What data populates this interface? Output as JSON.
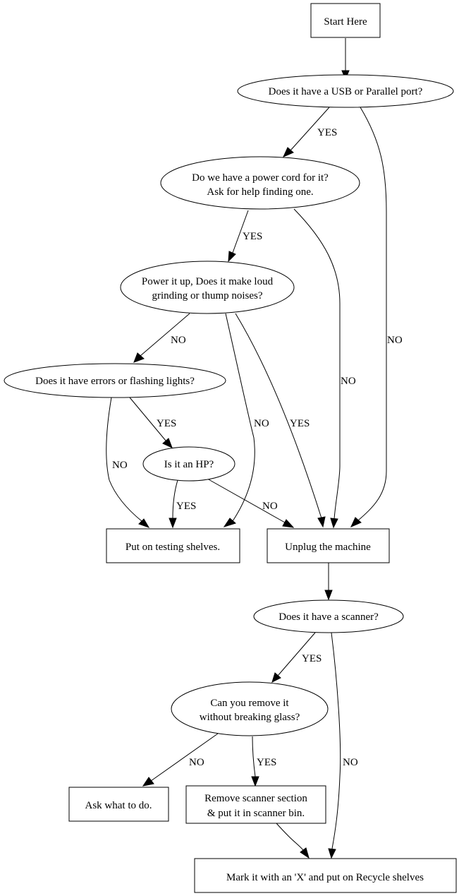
{
  "diagram": {
    "type": "flowchart",
    "nodes": {
      "start": {
        "shape": "box",
        "lines": [
          "Start Here"
        ]
      },
      "usb": {
        "shape": "ellipse",
        "lines": [
          "Does it have a USB or Parallel port?"
        ]
      },
      "cord": {
        "shape": "ellipse",
        "lines": [
          "Do we have a power cord for it?",
          "Ask for help finding one."
        ]
      },
      "power": {
        "shape": "ellipse",
        "lines": [
          "Power it up, Does it make loud",
          "grinding or thump noises?"
        ]
      },
      "errors": {
        "shape": "ellipse",
        "lines": [
          "Does it have errors or flashing lights?"
        ]
      },
      "hp": {
        "shape": "ellipse",
        "lines": [
          "Is it an HP?"
        ]
      },
      "testing": {
        "shape": "box",
        "lines": [
          "Put on testing shelves."
        ]
      },
      "unplug": {
        "shape": "box",
        "lines": [
          "Unplug the machine"
        ]
      },
      "scanner": {
        "shape": "ellipse",
        "lines": [
          "Does it have a scanner?"
        ]
      },
      "remove": {
        "shape": "ellipse",
        "lines": [
          "Can you remove it",
          "without breaking glass?"
        ]
      },
      "ask": {
        "shape": "box",
        "lines": [
          "Ask what to do."
        ]
      },
      "bin": {
        "shape": "box",
        "lines": [
          "Remove scanner section",
          "& put it in scanner bin."
        ]
      },
      "recycle": {
        "shape": "box",
        "lines": [
          "Mark it with an 'X' and put on Recycle shelves"
        ]
      }
    },
    "edges": [
      {
        "id": "start-usb",
        "from": "start",
        "to": "usb",
        "label": ""
      },
      {
        "id": "usb-cord",
        "from": "usb",
        "to": "cord",
        "label": "YES"
      },
      {
        "id": "usb-unplug",
        "from": "usb",
        "to": "unplug",
        "label": "NO"
      },
      {
        "id": "cord-power",
        "from": "cord",
        "to": "power",
        "label": "YES"
      },
      {
        "id": "cord-unplug",
        "from": "cord",
        "to": "unplug",
        "label": "NO"
      },
      {
        "id": "power-errors",
        "from": "power",
        "to": "errors",
        "label": "NO"
      },
      {
        "id": "power-testing",
        "from": "power",
        "to": "testing",
        "label": "NO"
      },
      {
        "id": "power-unplug",
        "from": "power",
        "to": "unplug",
        "label": "YES"
      },
      {
        "id": "errors-hp",
        "from": "errors",
        "to": "hp",
        "label": "YES"
      },
      {
        "id": "errors-testing",
        "from": "errors",
        "to": "testing",
        "label": "NO"
      },
      {
        "id": "hp-testing",
        "from": "hp",
        "to": "testing",
        "label": "YES"
      },
      {
        "id": "hp-unplug",
        "from": "hp",
        "to": "unplug",
        "label": "NO"
      },
      {
        "id": "unplug-scanner",
        "from": "unplug",
        "to": "scanner",
        "label": ""
      },
      {
        "id": "scanner-remove",
        "from": "scanner",
        "to": "remove",
        "label": "YES"
      },
      {
        "id": "scanner-recycle",
        "from": "scanner",
        "to": "recycle",
        "label": "NO"
      },
      {
        "id": "remove-ask",
        "from": "remove",
        "to": "ask",
        "label": "NO"
      },
      {
        "id": "remove-bin",
        "from": "remove",
        "to": "bin",
        "label": "YES"
      },
      {
        "id": "bin-recycle",
        "from": "bin",
        "to": "recycle",
        "label": ""
      }
    ]
  }
}
